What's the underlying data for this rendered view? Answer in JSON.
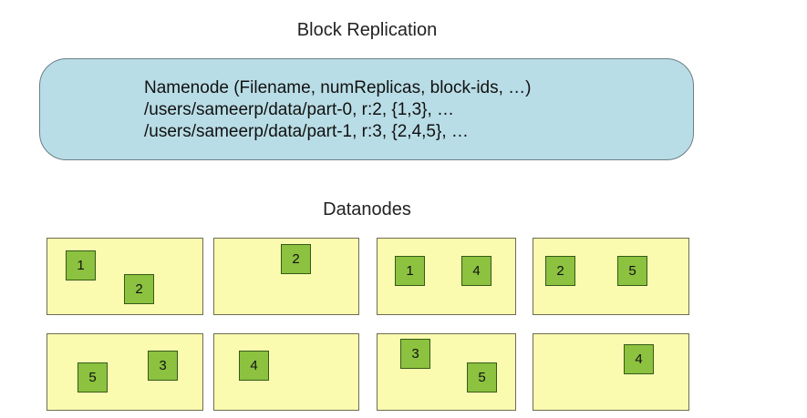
{
  "title": "Block Replication",
  "namenode": {
    "lines": [
      "Namenode (Filename, numReplicas, block-ids, …)",
      "/users/sameerp/data/part-0, r:2, {1,3}, …",
      "/users/sameerp/data/part-1, r:3, {2,4,5}, …"
    ]
  },
  "datanodes_label": "Datanodes",
  "datanodes": [
    {
      "blocks": [
        "1",
        "2"
      ]
    },
    {
      "blocks": [
        "2"
      ]
    },
    {
      "blocks": [
        "1",
        "4"
      ]
    },
    {
      "blocks": [
        "2",
        "5"
      ]
    },
    {
      "blocks": [
        "5",
        "3"
      ]
    },
    {
      "blocks": [
        "4"
      ]
    },
    {
      "blocks": [
        "3",
        "5"
      ]
    },
    {
      "blocks": [
        "4"
      ]
    }
  ],
  "colors": {
    "namenode_fill": "#b9dde6",
    "datanode_fill": "#fbfbb0",
    "block_fill": "#8cc23f"
  }
}
